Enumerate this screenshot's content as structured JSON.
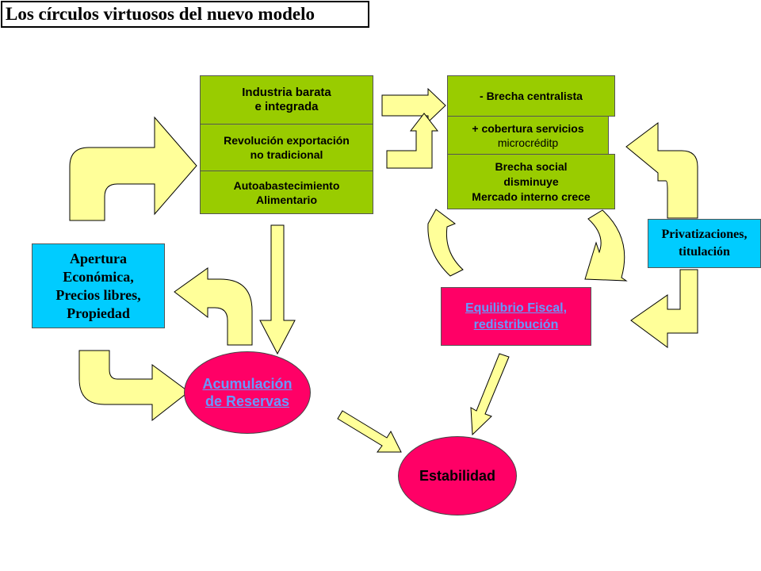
{
  "title": "Los círculos virtuosos del nuevo  modelo",
  "center_stack": {
    "item1_line1": "Industria barata",
    "item1_line2": "e integrada",
    "item2_line1": "Revolución exportación",
    "item2_line2": "no tradicional",
    "item3_line1": "Autoabastecimiento",
    "item3_line2": "Alimentario"
  },
  "right_stack": {
    "item1": "- Brecha centralista",
    "item2_line1": "+ cobertura servicios",
    "item2_line2": "microcréditp",
    "item3_line1": "Brecha social",
    "item3_line2": "disminuye",
    "item3_line3": "Mercado interno crece"
  },
  "apertura": {
    "line1": "Apertura",
    "line2": "Económica,",
    "line3": "Precios libres,",
    "line4": "Propiedad"
  },
  "privatizaciones": {
    "line1": "Privatizaciones,",
    "line2": "titulación"
  },
  "equilibrio": {
    "line1": "Equilibrio Fiscal,",
    "line2": "redistribución"
  },
  "acumulacion": {
    "line1": "Acumulación",
    "line2": "de Reservas"
  },
  "estabilidad": "Estabilidad",
  "colors": {
    "green": "#99cc00",
    "cyan": "#00ccff",
    "pink": "#ff0066",
    "arrow_fill": "#ffff99",
    "link_text": "#6699ff"
  }
}
